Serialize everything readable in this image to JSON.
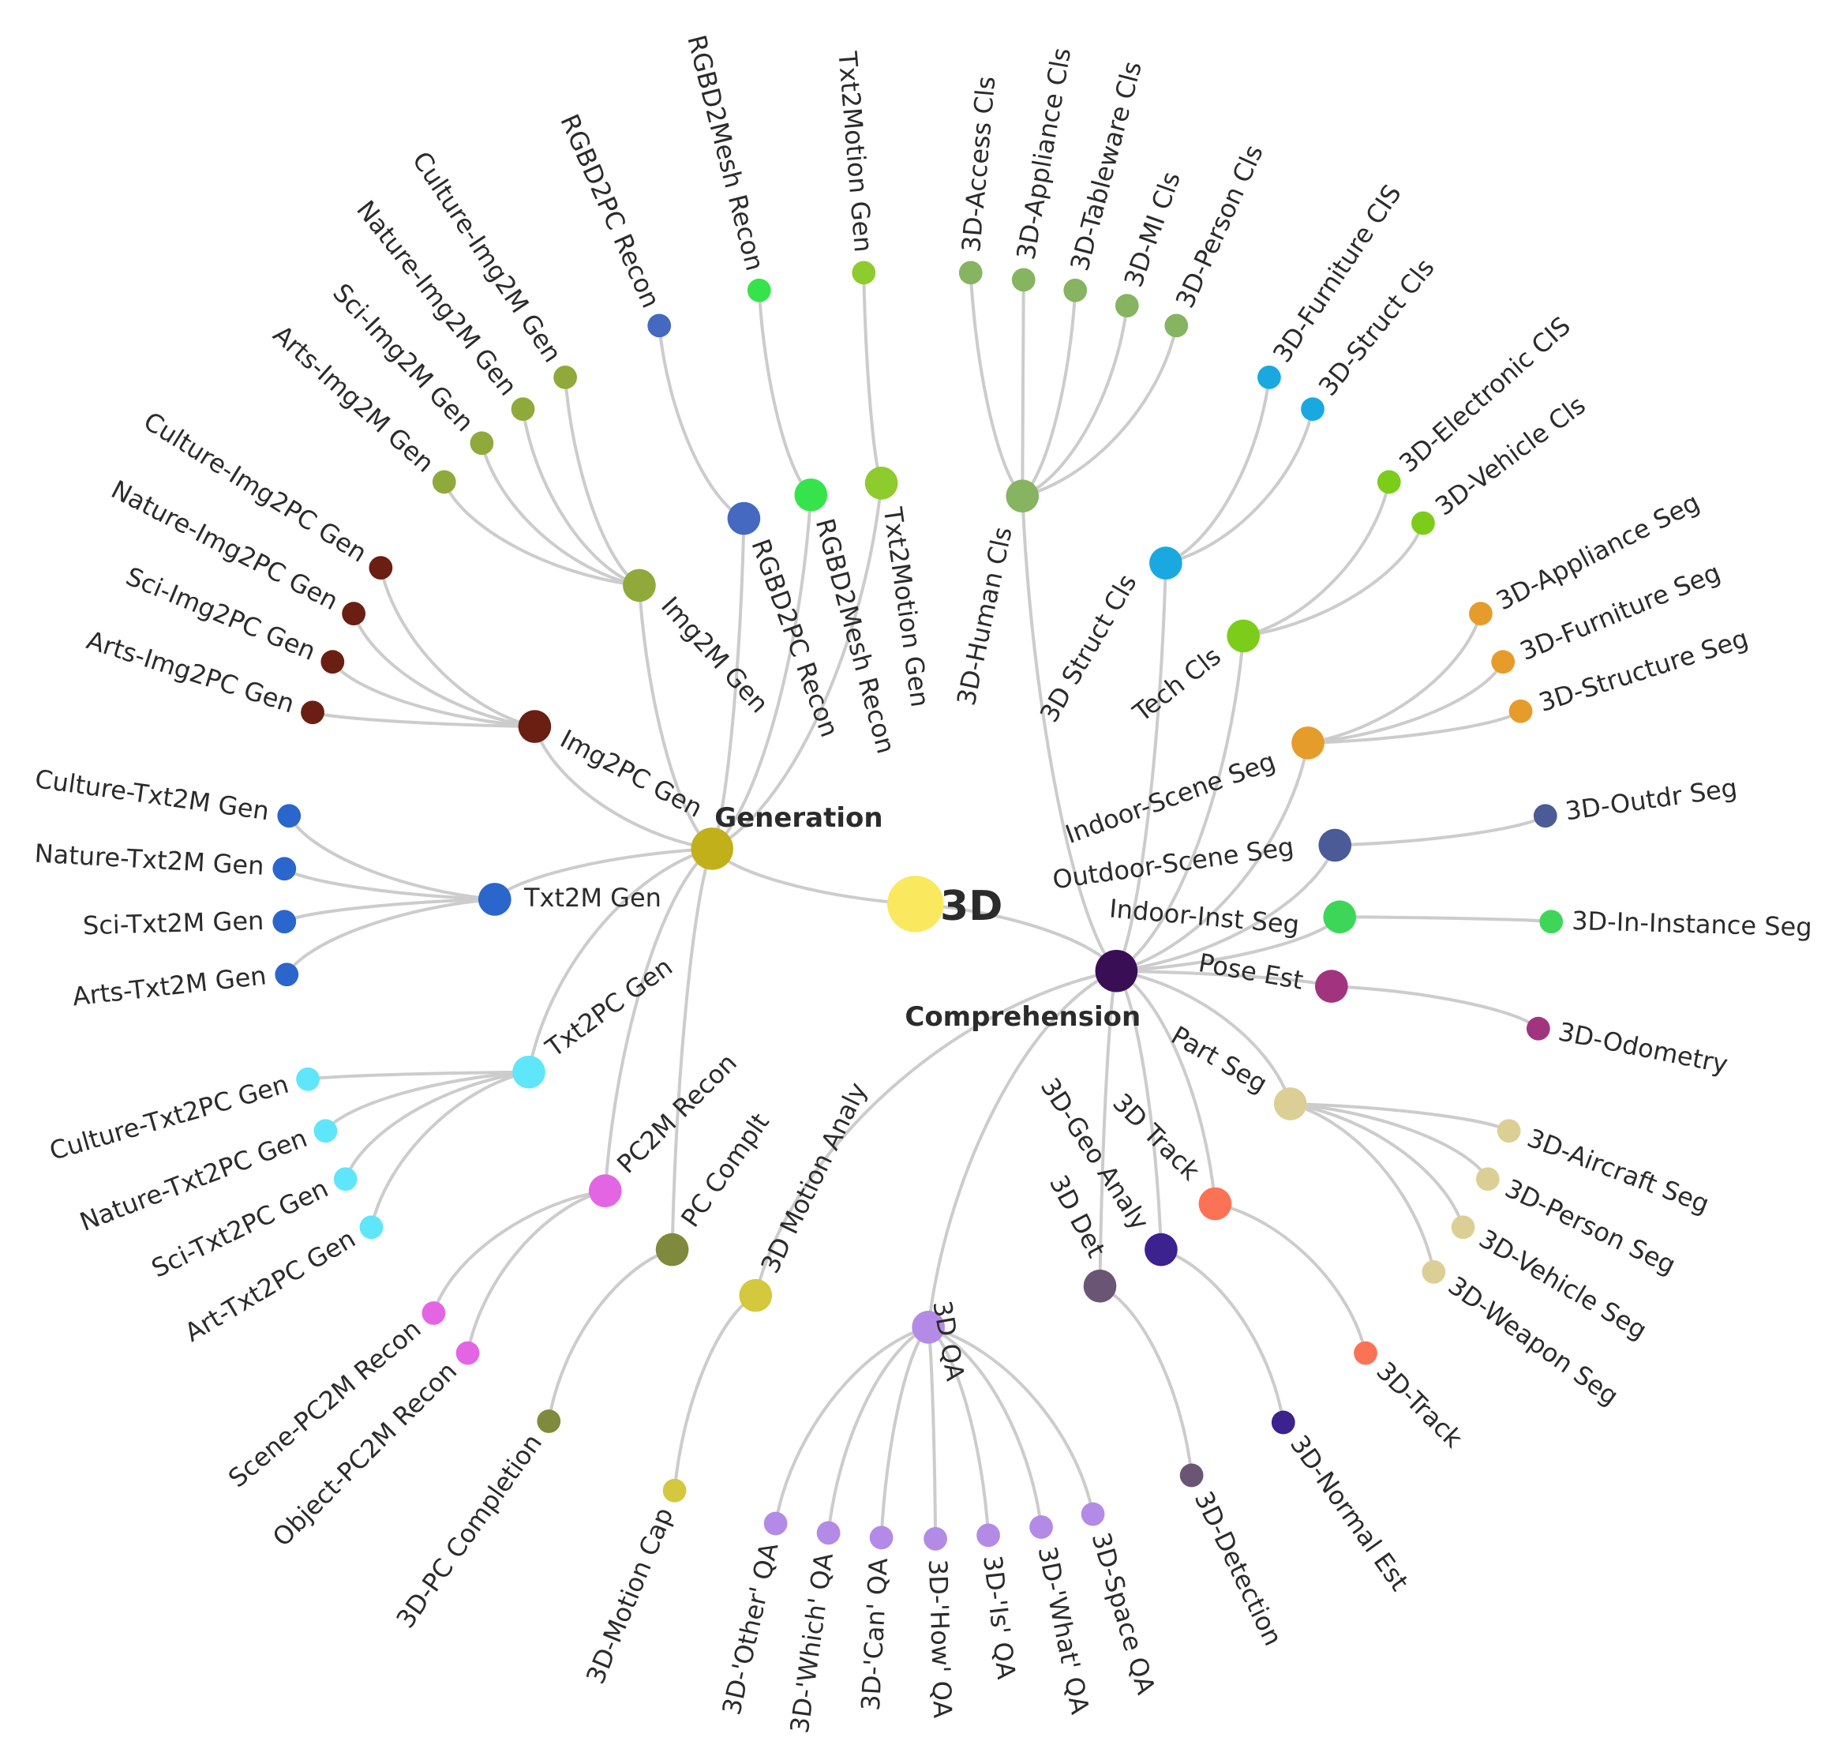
{
  "root": {
    "label": "3D",
    "color": "#fae85e"
  },
  "branches": [
    {
      "label": "Generation",
      "color": "#c2b01b",
      "categories": [
        {
          "label": "Img2M Gen",
          "color": "#8faa3a",
          "leaves": [
            {
              "label": "Culture-Img2M Gen"
            },
            {
              "label": "Nature-Img2M Gen"
            },
            {
              "label": "Sci-Img2M Gen"
            },
            {
              "label": "Arts-Img2M Gen"
            }
          ]
        },
        {
          "label": "Img2PC Gen",
          "color": "#6b1e12",
          "leaves": [
            {
              "label": "Culture-Img2PC Gen"
            },
            {
              "label": "Nature-Img2PC Gen"
            },
            {
              "label": "Sci-Img2PC Gen"
            },
            {
              "label": "Arts-Img2PC Gen"
            }
          ]
        },
        {
          "label": "Txt2M Gen",
          "color": "#2a66cc",
          "leaves": [
            {
              "label": "Culture-Txt2M Gen"
            },
            {
              "label": "Nature-Txt2M Gen"
            },
            {
              "label": "Sci-Txt2M Gen"
            },
            {
              "label": "Arts-Txt2M Gen"
            }
          ]
        },
        {
          "label": "Txt2PC Gen",
          "color": "#5fe6fb",
          "leaves": [
            {
              "label": "Culture-Txt2PC Gen"
            },
            {
              "label": "Nature-Txt2PC Gen"
            },
            {
              "label": "Sci-Txt2PC Gen"
            },
            {
              "label": "Art-Txt2PC Gen"
            }
          ]
        },
        {
          "label": "PC2M Recon",
          "color": "#e465e4",
          "leaves": [
            {
              "label": "Scene-PC2M Recon"
            },
            {
              "label": "Object-PC2M Recon"
            }
          ]
        },
        {
          "label": "PC Complt",
          "color": "#808a3c",
          "leaves": [
            {
              "label": "3D-PC Completion"
            }
          ]
        },
        {
          "label": "RGBD2PC Recon",
          "color": "#4569c0",
          "leaves": [
            {
              "label": "RGBD2PC Recon"
            }
          ]
        },
        {
          "label": "RGBD2Mesh Recon",
          "color": "#35e44a",
          "leaves": [
            {
              "label": "RGBD2Mesh Recon"
            }
          ]
        },
        {
          "label": "Txt2Motion Gen",
          "color": "#8ecb2d",
          "leaves": [
            {
              "label": "Txt2Motion Gen"
            }
          ]
        }
      ]
    },
    {
      "label": "Comprehension",
      "color": "#3a0e55",
      "categories": [
        {
          "label": "3D Motion Analy",
          "color": "#d3c83e",
          "leaves": [
            {
              "label": "3D-Motion Cap"
            }
          ]
        },
        {
          "label": "3D QA",
          "color": "#b38be6",
          "leaves": [
            {
              "label": "3D-'Other' QA"
            },
            {
              "label": "3D-'Which' QA"
            },
            {
              "label": "3D-'Can' QA"
            },
            {
              "label": "3D-'How' QA"
            },
            {
              "label": "3D-'Is' QA"
            },
            {
              "label": "3D-'What' QA"
            },
            {
              "label": "3D-Space QA"
            }
          ]
        },
        {
          "label": "3D Det",
          "color": "#6a5674",
          "leaves": [
            {
              "label": "3D-Detection"
            }
          ]
        },
        {
          "label": "3D-Geo Analy",
          "color": "#3b228e",
          "leaves": [
            {
              "label": "3D-Normal Est"
            }
          ]
        },
        {
          "label": "3D Track",
          "color": "#fb7354",
          "leaves": [
            {
              "label": "3D-Track"
            }
          ]
        },
        {
          "label": "Part Seg",
          "color": "#dccf95",
          "leaves": [
            {
              "label": "3D-Aircraft Seg"
            },
            {
              "label": "3D-Person Seg"
            },
            {
              "label": "3D-Vehicle Seg"
            },
            {
              "label": "3D-Weapon Seg"
            }
          ]
        },
        {
          "label": "Pose Est",
          "color": "#a2347f",
          "leaves": [
            {
              "label": "3D-Odometry"
            }
          ]
        },
        {
          "label": "Indoor-Inst Seg",
          "color": "#3ed658",
          "leaves": [
            {
              "label": "3D-In-Instance Seg"
            }
          ]
        },
        {
          "label": "Outdoor-Scene Seg",
          "color": "#4b5b98",
          "leaves": [
            {
              "label": "3D-Outdr Seg"
            }
          ]
        },
        {
          "label": "Indoor-Scene Seg",
          "color": "#e69c2a",
          "leaves": [
            {
              "label": "3D-Appliance Seg"
            },
            {
              "label": "3D-Furniture Seg"
            },
            {
              "label": "3D-Structure Seg"
            }
          ]
        },
        {
          "label": "Tech Cls",
          "color": "#7ccc1a",
          "leaves": [
            {
              "label": "3D-Electronic CIS"
            },
            {
              "label": "3D-Vehicle Cls"
            }
          ]
        },
        {
          "label": "3D Struct Cls",
          "color": "#19a9e0",
          "leaves": [
            {
              "label": "3D-Furniture CIS"
            },
            {
              "label": "3D-Struct Cls"
            }
          ]
        },
        {
          "label": "3D-Human Cls",
          "color": "#86b461",
          "leaves": [
            {
              "label": "3D-Access Cls"
            },
            {
              "label": "3D-Appliance Cls"
            },
            {
              "label": "3D-Tableware Cls"
            },
            {
              "label": "3D-MI Cls"
            },
            {
              "label": "3D-Person Cls"
            }
          ]
        }
      ]
    }
  ]
}
